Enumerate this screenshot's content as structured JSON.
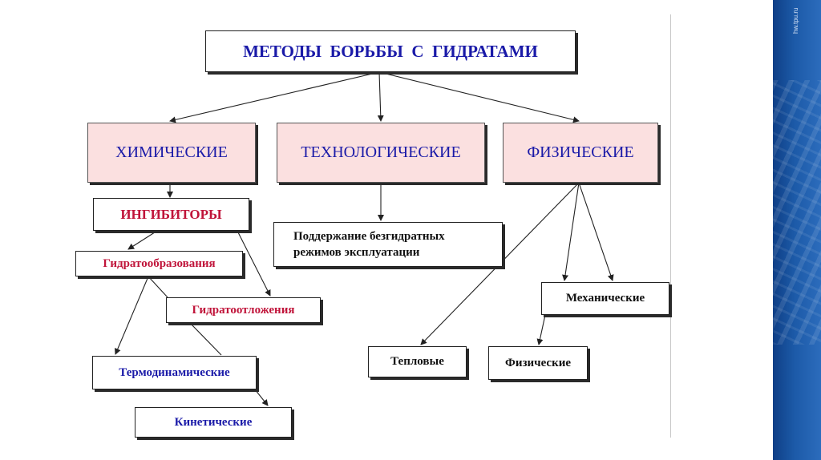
{
  "page": {
    "site_label": "hw.tpu.ru"
  },
  "title": "МЕТОДЫ  БОРЬБЫ  С  ГИДРАТАМИ",
  "categories": {
    "chemical": "ХИМИЧЕСКИЕ",
    "technological": "ТЕХНОЛОГИЧЕСКИЕ",
    "physical": "ФИЗИЧЕСКИЕ"
  },
  "chemical_branch": {
    "inhibitors": "ИНГИБИТОРЫ",
    "hydrate_formation": "Гидратообразования",
    "hydrate_deposition": "Гидратоотложения",
    "thermodynamic": "Термодинамические",
    "kinetic": "Кинетические"
  },
  "technological_branch": {
    "maintenance": "Поддержание безгидратных режимов эксплуатации"
  },
  "physical_branch": {
    "thermal": "Тепловые",
    "mechanical": "Механические",
    "physical": "Физические"
  }
}
